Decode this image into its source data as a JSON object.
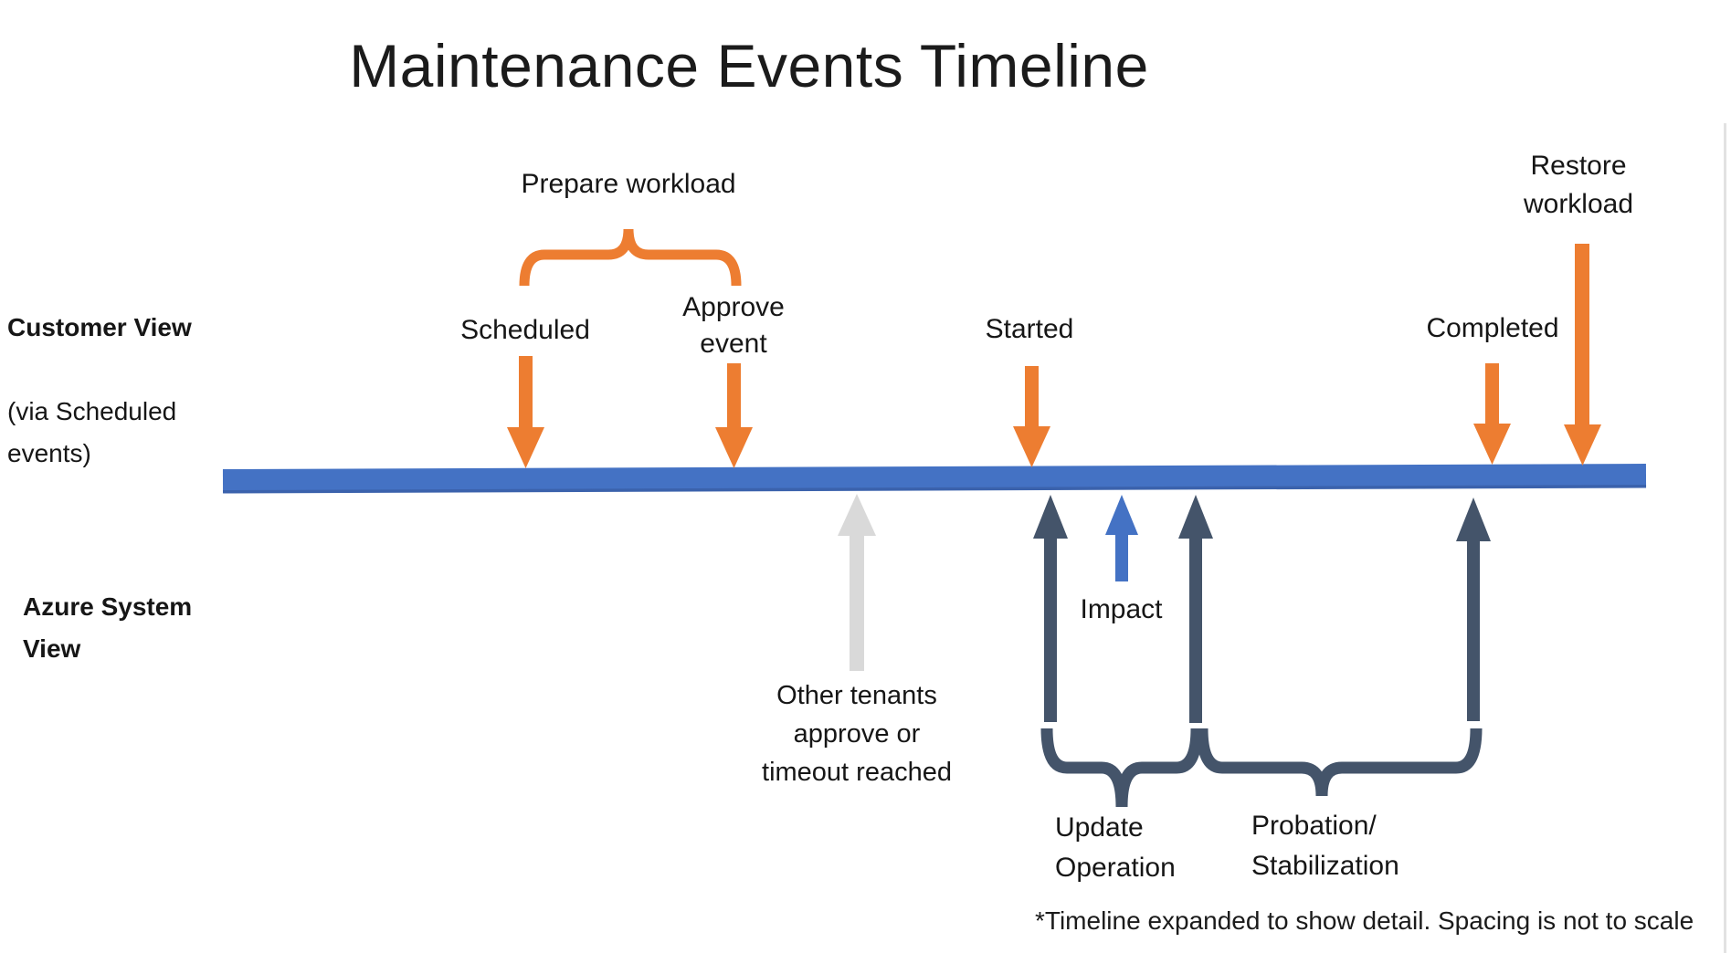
{
  "title": "Maintenance Events Timeline",
  "lanes": {
    "customer_title": "Customer View",
    "customer_subtitle": "(via Scheduled\nevents)",
    "azure_title": "Azure System\nView"
  },
  "customer_events": {
    "prepare_workload": "Prepare workload",
    "scheduled": "Scheduled",
    "approve_event": "Approve\nevent",
    "started": "Started",
    "completed": "Completed",
    "restore_workload": "Restore\nworkload"
  },
  "system_events": {
    "other_tenants": "Other tenants\napprove or\ntimeout reached",
    "impact": "Impact",
    "update_operation": "Update\nOperation",
    "probation_stabilization": "Probation/\nStabilization"
  },
  "footnote": "*Timeline expanded to show detail. Spacing is not to scale",
  "colors": {
    "timeline_blue": "#4472C4",
    "customer_orange": "#ED7D31",
    "system_slate": "#44546A",
    "neutral_gray": "#D9D9D9"
  }
}
